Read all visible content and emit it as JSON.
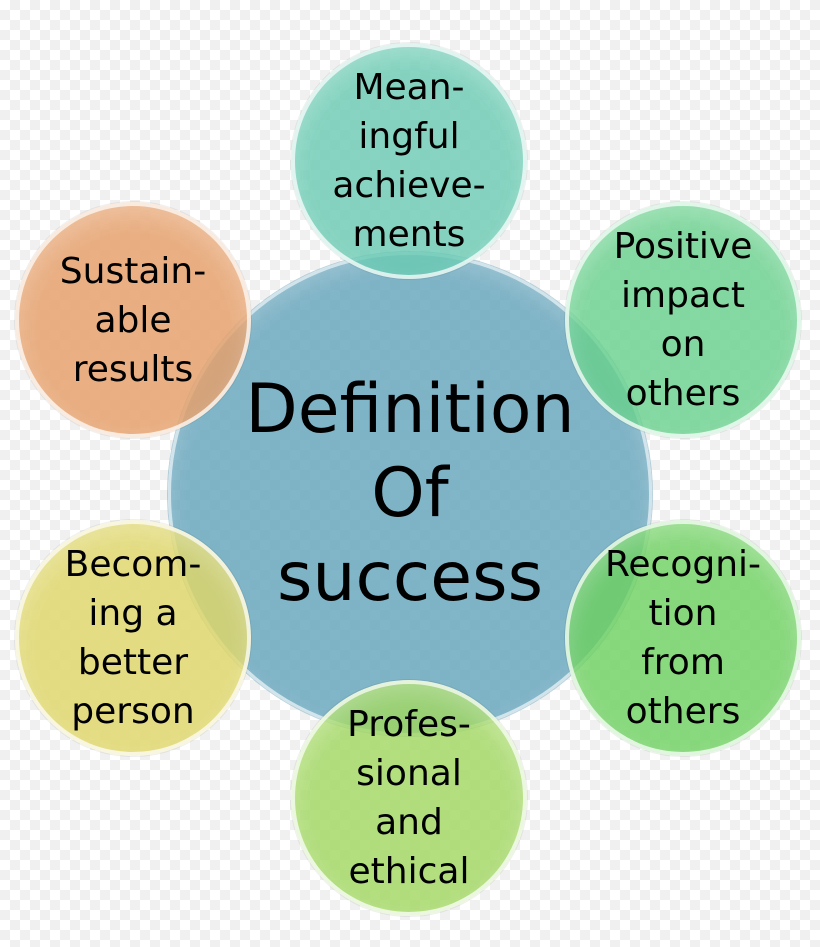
{
  "center": {
    "lines": [
      "Definition",
      "Of",
      "success"
    ]
  },
  "satellites": [
    {
      "id": "meaningful-achievements",
      "lines": [
        "Mean-",
        "ingful",
        "achieve-",
        "ments"
      ]
    },
    {
      "id": "positive-impact",
      "lines": [
        "Positive",
        "impact",
        "on",
        "others"
      ]
    },
    {
      "id": "recognition",
      "lines": [
        "Recogni-",
        "tion",
        "from",
        "others"
      ]
    },
    {
      "id": "professional-ethical",
      "lines": [
        "Profes-",
        "sional",
        "and",
        "ethical"
      ]
    },
    {
      "id": "better-person",
      "lines": [
        "Becom-",
        "ing a",
        "better",
        "person"
      ]
    },
    {
      "id": "sustainable-results",
      "lines": [
        "Sustain-",
        "able",
        "results"
      ]
    }
  ]
}
